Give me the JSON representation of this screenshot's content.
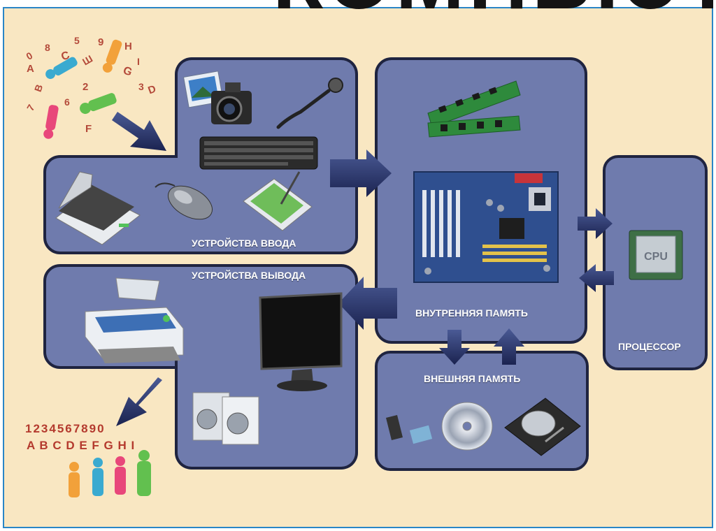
{
  "header": {
    "title": "КОМПЬЮТ"
  },
  "panels": {
    "input": {
      "label": "УСТРОЙСТВА ВВОДА"
    },
    "output": {
      "label": "УСТРОЙСТВА ВЫВОДА"
    },
    "internal_memory": {
      "label": "ВНУТРЕННЯЯ ПАМЯТЬ"
    },
    "external_memory": {
      "label": "ВНЕШНЯЯ ПАМЯТЬ"
    },
    "processor": {
      "label": "ПРОЦЕССОР",
      "chip_text": "CPU"
    }
  },
  "output_sample": {
    "digits": "1234567890",
    "letters": "A B C D E F G H I"
  },
  "colors": {
    "background": "#f9e7c2",
    "panel": "#6f7bad",
    "panel_border": "#1f2440",
    "arrow": "#2b3566",
    "label_text": "#ffffff"
  },
  "icons": [
    "photo-icon",
    "camera-icon",
    "microphone-icon",
    "keyboard-icon",
    "scanner-icon",
    "mouse-icon",
    "graphics-tablet-icon",
    "ram-icon",
    "motherboard-icon",
    "cpu-icon",
    "printer-icon",
    "monitor-icon",
    "speakers-icon",
    "flash-drive-icon",
    "cd-icon",
    "hard-drive-icon",
    "people-icon"
  ]
}
